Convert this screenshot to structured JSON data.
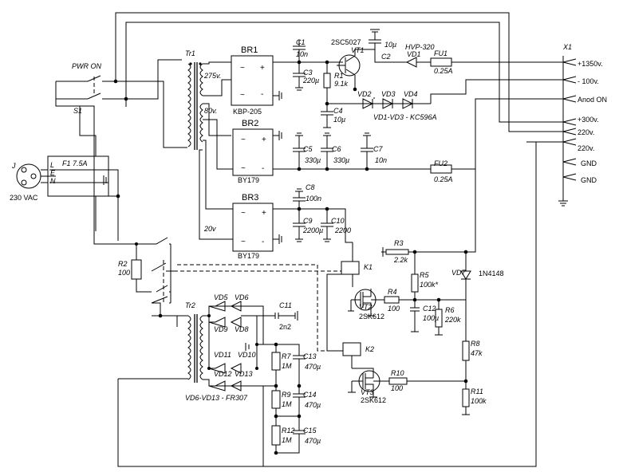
{
  "switches": {
    "pwr_on": "PWR ON",
    "s1": "S1"
  },
  "mains": {
    "j": "J",
    "l": "L",
    "e": "E",
    "n": "N",
    "voltage": "230 VAC",
    "fuse": "F1 7.5A"
  },
  "transformer1": {
    "name": "Tr1",
    "w275": "275v.",
    "w80": "80v.",
    "w20": "20v"
  },
  "bridges": [
    {
      "name": "BR1",
      "part": "KBP-205"
    },
    {
      "name": "BR2",
      "part": "BY179"
    },
    {
      "name": "BR3",
      "part": "BY179"
    }
  ],
  "caps": {
    "c1": "C1",
    "c1v": "10n",
    "c3": "C3",
    "c3v": "220µ",
    "c2": "C2",
    "c2v": "10µ",
    "c4": "C4",
    "c4v": "10µ",
    "c5": "C5",
    "c5v": "330µ",
    "c6": "C6",
    "c6v": "330µ",
    "c7": "C7",
    "c7v": "10n",
    "c8": "C8",
    "c8v": "100n",
    "c9": "C9",
    "c9v": "2200µ",
    "c10": "C10",
    "c10v": "2200",
    "c11": "C11",
    "c11v": "2n2",
    "c12": "C12",
    "c12v": "100µ",
    "c13": "C13",
    "c13v": "470µ",
    "c14": "C14",
    "c14v": "470µ",
    "c15": "C15",
    "c15v": "470µ"
  },
  "resistors": {
    "r1": "R1",
    "r1v": "9.1k",
    "r2": "R2",
    "r2v": "100",
    "r3": "R3",
    "r3v": "2.2k",
    "r4": "R4",
    "r4v": "100",
    "r5": "R5",
    "r5v": "100k*",
    "r6": "R6",
    "r6v": "220k",
    "r7": "R7",
    "r7v": "1M",
    "r8": "R8",
    "r8v": "47k",
    "r9": "R9",
    "r9v": "1M",
    "r10": "R10",
    "r10v": "100",
    "r11": "R11",
    "r11v": "100k",
    "r12": "R12",
    "r12v": "1M"
  },
  "semis": {
    "vt1": "VT1",
    "vt1p": "2SC5027",
    "vd1": "VD1",
    "vd1p": "HVP-320",
    "vd2": "VD2",
    "vd3": "VD3",
    "vd4": "VD4",
    "vdnote": "VD1-VD3 - KC596A",
    "vt2": "VT2",
    "vt2p": "2SK612",
    "vt3": "VT3",
    "vt3p": "2SK612",
    "vd7": "VD7",
    "vd7p": "1N4148",
    "vd5": "VD5",
    "vd6": "VD6",
    "vd8": "VD8",
    "vd9": "VD9",
    "vd10": "VD10",
    "vd11": "VD11",
    "vd12": "VD12",
    "vd13": "VD13",
    "vdnote2": "VD6-VD13 - FR307"
  },
  "fuses": {
    "fu1": "FU1",
    "fu1v": "0.25A",
    "fu2": "FU2",
    "fu2v": "0.25A"
  },
  "relays": {
    "k1": "K1",
    "k2": "K2"
  },
  "transformer2": {
    "name": "Tr2"
  },
  "connector": {
    "name": "X1",
    "pins": [
      "+1350v.",
      "- 100v.",
      "Anod ON",
      "+300v.",
      "220v.",
      "220v.",
      "GND",
      "GND"
    ]
  }
}
